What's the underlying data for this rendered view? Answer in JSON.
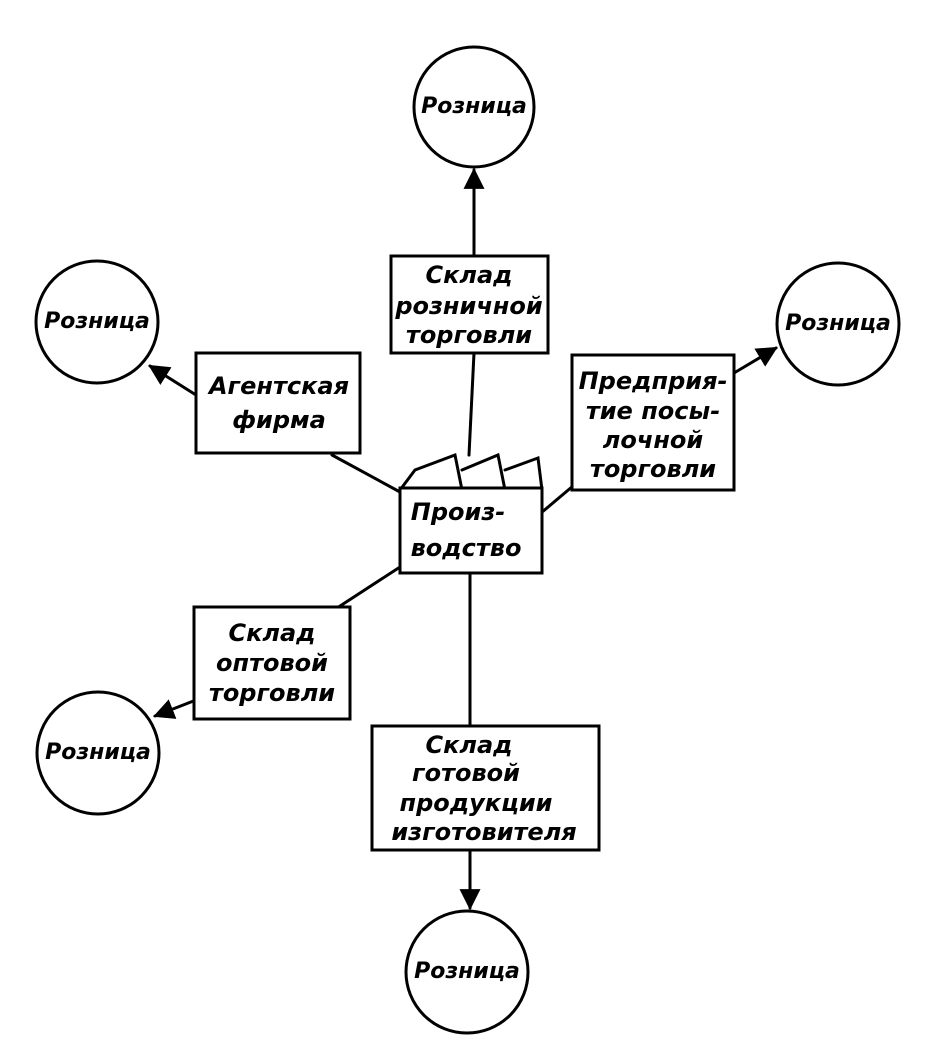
{
  "nodes": {
    "retail_top": {
      "label": "Розница"
    },
    "retail_left_top": {
      "label": "Розница"
    },
    "retail_right_top": {
      "label": "Розница"
    },
    "retail_left_bottom": {
      "label": "Розница"
    },
    "retail_bottom": {
      "label": "Розница"
    }
  },
  "boxes": {
    "retail_warehouse": {
      "lines": [
        "Склад",
        "розничной",
        "торговли"
      ]
    },
    "agent_firm": {
      "lines": [
        "Агентская",
        "фирма"
      ]
    },
    "mail_order": {
      "lines": [
        "Предприя-",
        "тие посы-",
        "лочной",
        "торговли"
      ]
    },
    "production": {
      "lines": [
        "Произ-",
        "водство"
      ]
    },
    "wholesale_warehouse": {
      "lines": [
        "Склад",
        "оптовой",
        "торговли"
      ]
    },
    "manufacturer_warehouse": {
      "lines": [
        "Склад",
        "готовой",
        "продукции",
        "изготовителя"
      ]
    }
  }
}
